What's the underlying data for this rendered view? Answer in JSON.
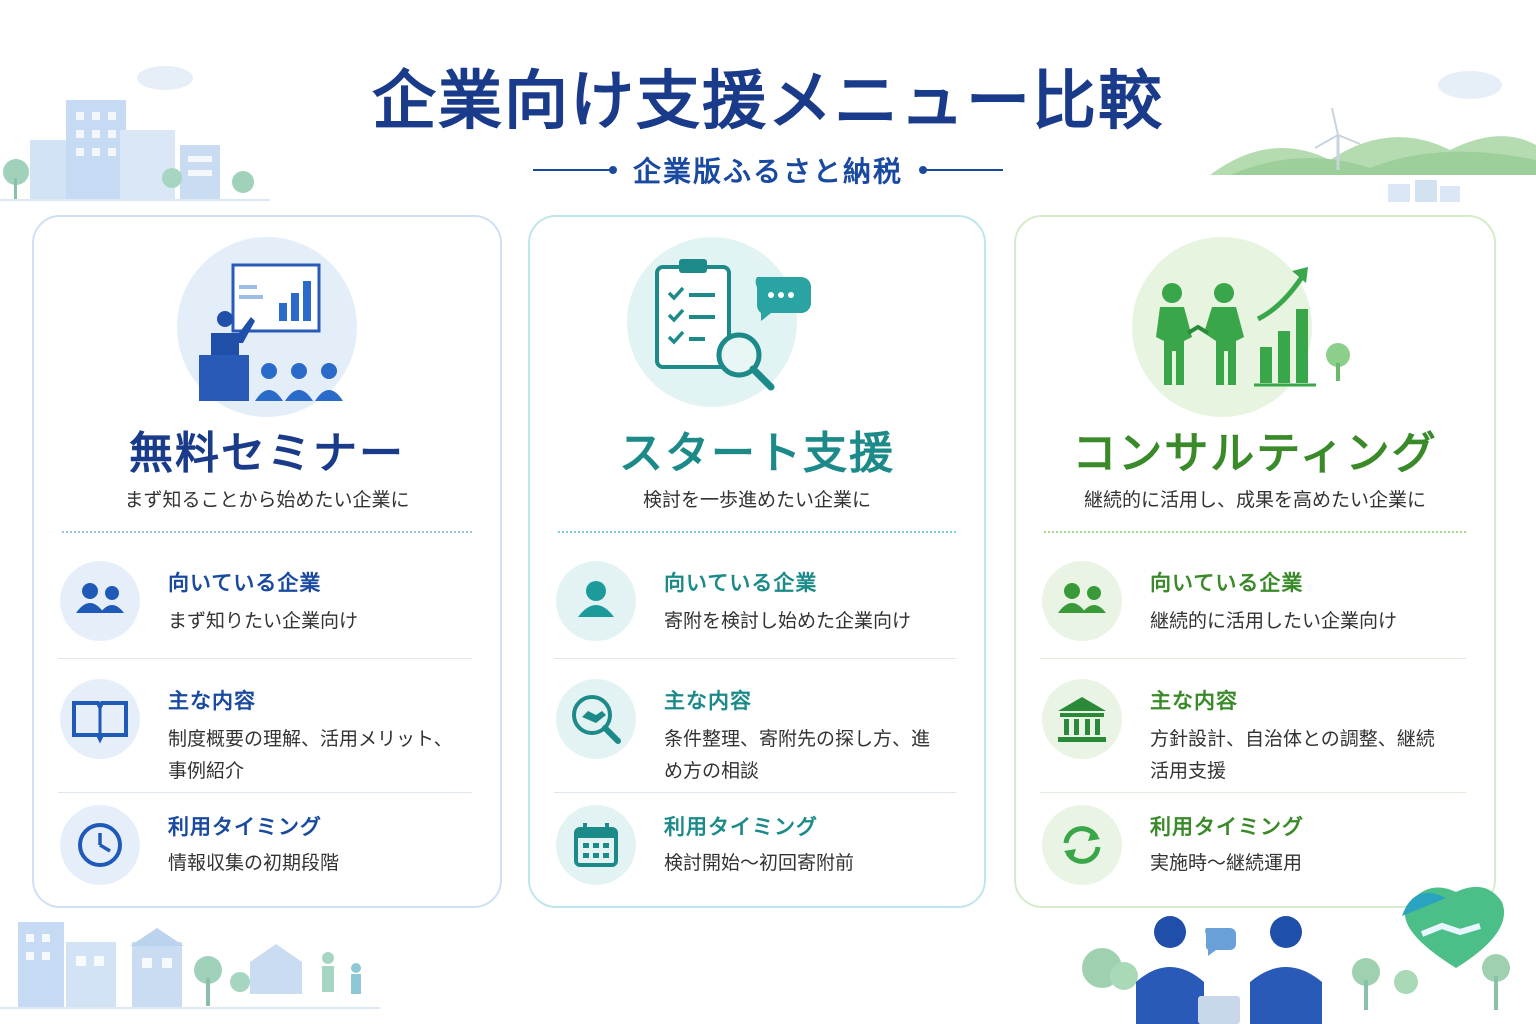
{
  "header": {
    "title": "企業向け支援メニュー比較",
    "subtitle": "企業版ふるさと納税"
  },
  "colors": {
    "navy": "#1a3a8a",
    "teal": "#1d8a8a",
    "green": "#3a8a2a"
  },
  "cards": [
    {
      "icon": "seminar-presentation-icon",
      "title": "無料セミナー",
      "tagline": "まず知ることから始めたい企業に",
      "rows": [
        {
          "icon": "people-icon",
          "heading": "向いている企業",
          "text": "まず知りたい企業向け"
        },
        {
          "icon": "book-icon",
          "heading": "主な内容",
          "text": "制度概要の理解、活用メリット、事例紹介"
        },
        {
          "icon": "clock-icon",
          "heading": "利用タイミング",
          "text": "情報収集の初期段階"
        }
      ]
    },
    {
      "icon": "checklist-magnifier-icon",
      "title": "スタート支援",
      "tagline": "検討を一歩進めたい企業に",
      "rows": [
        {
          "icon": "person-icon",
          "heading": "向いている企業",
          "text": "寄附を検討し始めた企業向け"
        },
        {
          "icon": "handshake-search-icon",
          "heading": "主な内容",
          "text": "条件整理、寄附先の探し方、進め方の相談"
        },
        {
          "icon": "calendar-icon",
          "heading": "利用タイミング",
          "text": "検討開始～初回寄附前"
        }
      ]
    },
    {
      "icon": "handshake-growth-icon",
      "title": "コンサルティング",
      "tagline": "継続的に活用し、成果を高めたい企業に",
      "rows": [
        {
          "icon": "people-icon",
          "heading": "向いている企業",
          "text": "継続的に活用したい企業向け"
        },
        {
          "icon": "government-building-icon",
          "heading": "主な内容",
          "text": "方針設計、自治体との調整、継続活用支援"
        },
        {
          "icon": "cycle-arrows-icon",
          "heading": "利用タイミング",
          "text": "実施時～継続運用"
        }
      ]
    }
  ]
}
